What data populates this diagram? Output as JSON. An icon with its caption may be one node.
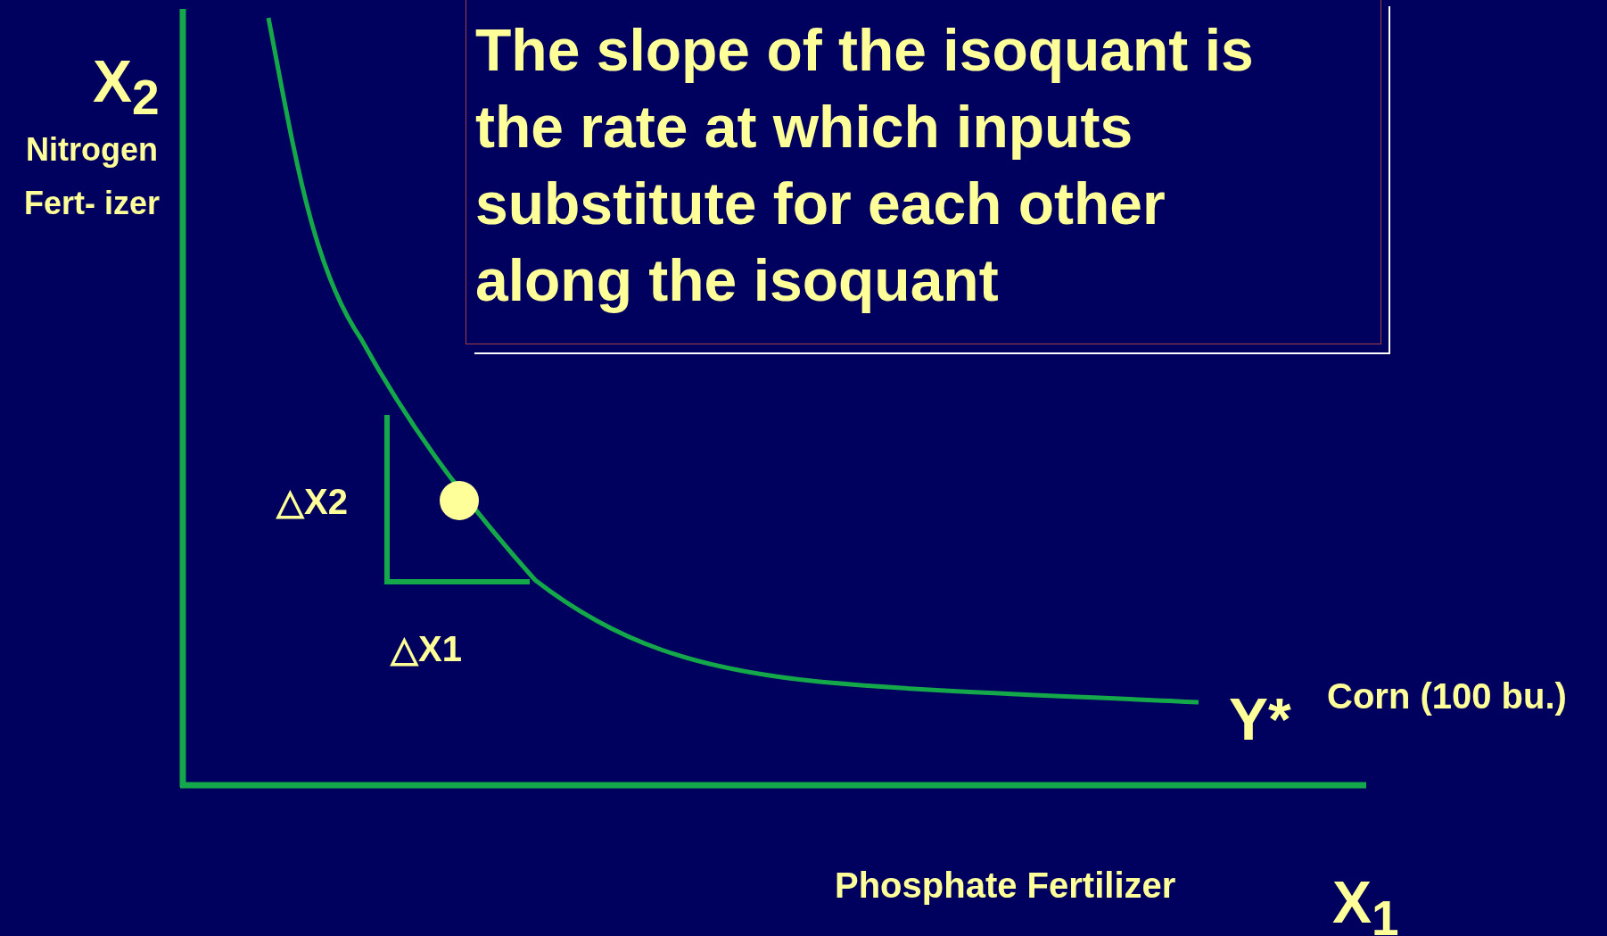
{
  "diagram": {
    "nodes": [
      {
        "text": [
          "The slope of the isoquant is the rate at which inputs substitute for each other along the isoquant"
        ]
      }
    ],
    "labels": [
      "X$_{2}$",
      "Nitrogen Fert- izer",
      "△X2",
      "△X1",
      "Y*",
      "Corn (100 bu.)",
      "Phosphate Fertilizer",
      "X$_{1}$"
    ]
  }
}
